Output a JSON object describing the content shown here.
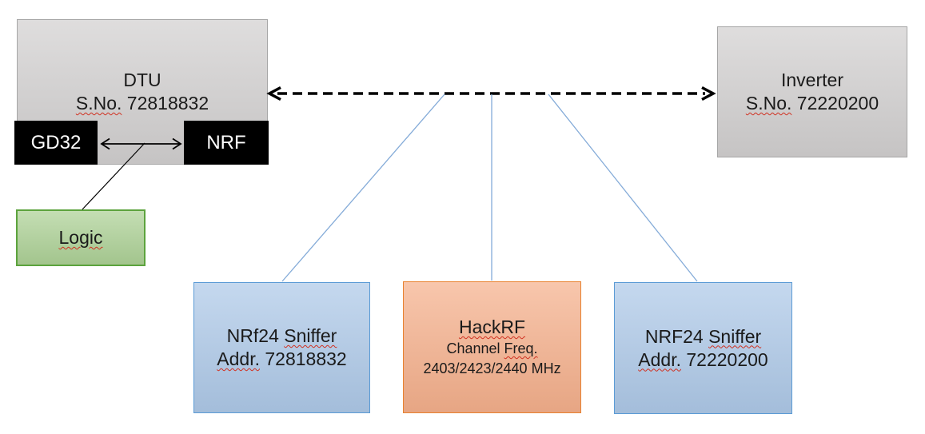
{
  "colors": {
    "canvas_bg": "#FFFFFF",
    "gray_fill": "#D2D0D0",
    "gray_border": "#A6A6A6",
    "black_fill": "#000000",
    "black_box_text": "#FFFFFF",
    "green_fill": "#ADD196",
    "green_border": "#5CA33D",
    "blue_fill": "#AEC9E8",
    "blue_border": "#5B9BD5",
    "orange_fill": "#F5B08C",
    "orange_border": "#E8812F",
    "connector_blue": "#84ABD8",
    "arrow_black": "#000000",
    "misspell_red": "#D03020",
    "text": "#1A1A1A"
  },
  "boxes": {
    "dtu": {
      "title": "DTU",
      "serial_label": "S.No.",
      "serial_number": " 72818832"
    },
    "gd32": {
      "label": "GD32"
    },
    "nrf": {
      "label": "NRF"
    },
    "logic": {
      "label": "Logic"
    },
    "inverter": {
      "title": "Inverter",
      "serial_label": "S.No.",
      "serial_number": " 72220200"
    },
    "sniffer1": {
      "title_prefix": "NRf24 ",
      "title_misspelled": "Sniffer",
      "addr_label": "Addr.",
      "addr_number": " 72818832"
    },
    "hackrf": {
      "title": "HackRF",
      "subtitle_prefix": "Channel ",
      "subtitle_misspelled": "Freq.",
      "frequencies": "2403/2423/2440 MHz"
    },
    "sniffer2": {
      "title_prefix": "NRF24 ",
      "title_misspelled": "Sniffer",
      "addr_label": "Addr.",
      "addr_number": " 72220200"
    }
  }
}
